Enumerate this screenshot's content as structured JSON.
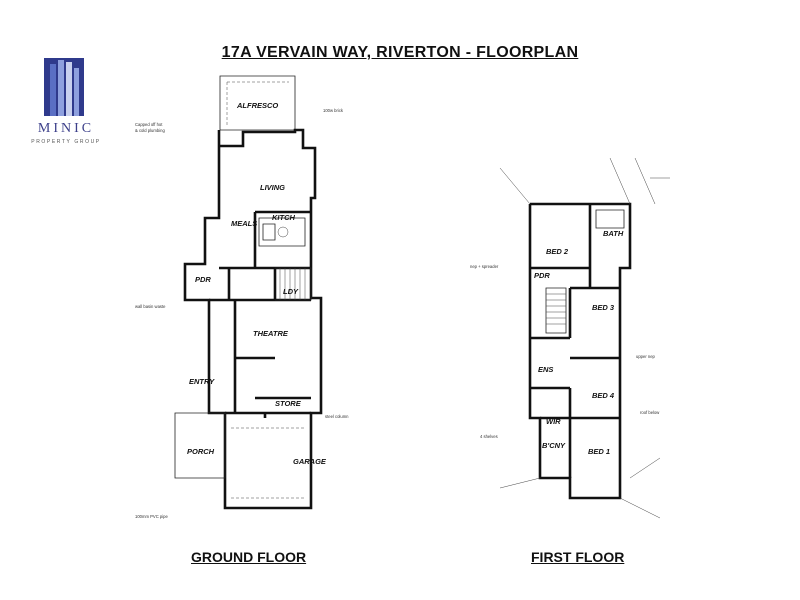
{
  "title": "17A VERVAIN WAY, RIVERTON - FLOORPLAN",
  "logo": {
    "name": "MINIC",
    "subtitle": "PROPERTY GROUP",
    "colors": [
      "#2f3a8c",
      "#5a6fc4",
      "#8ea0de",
      "#c8d0ee"
    ]
  },
  "ground_floor": {
    "label": "GROUND FLOOR",
    "rooms": {
      "alfresco": "ALFRESCO",
      "living": "LIVING",
      "meals": "MEALS",
      "kitch": "KITCH",
      "pdr": "PDR",
      "ldy": "LDY",
      "theatre": "THEATRE",
      "entry": "ENTRY",
      "store": "STORE",
      "porch": "PORCH",
      "garage": "GARAGE"
    }
  },
  "first_floor": {
    "label": "FIRST FLOOR",
    "rooms": {
      "bath": "BATH",
      "bed2": "BED 2",
      "pdr": "PDR",
      "bed3": "BED 3",
      "ens": "ENS",
      "bed4": "BED 4",
      "wir": "WIR",
      "bcny": "B'CNY",
      "bed1": "BED 1"
    }
  }
}
